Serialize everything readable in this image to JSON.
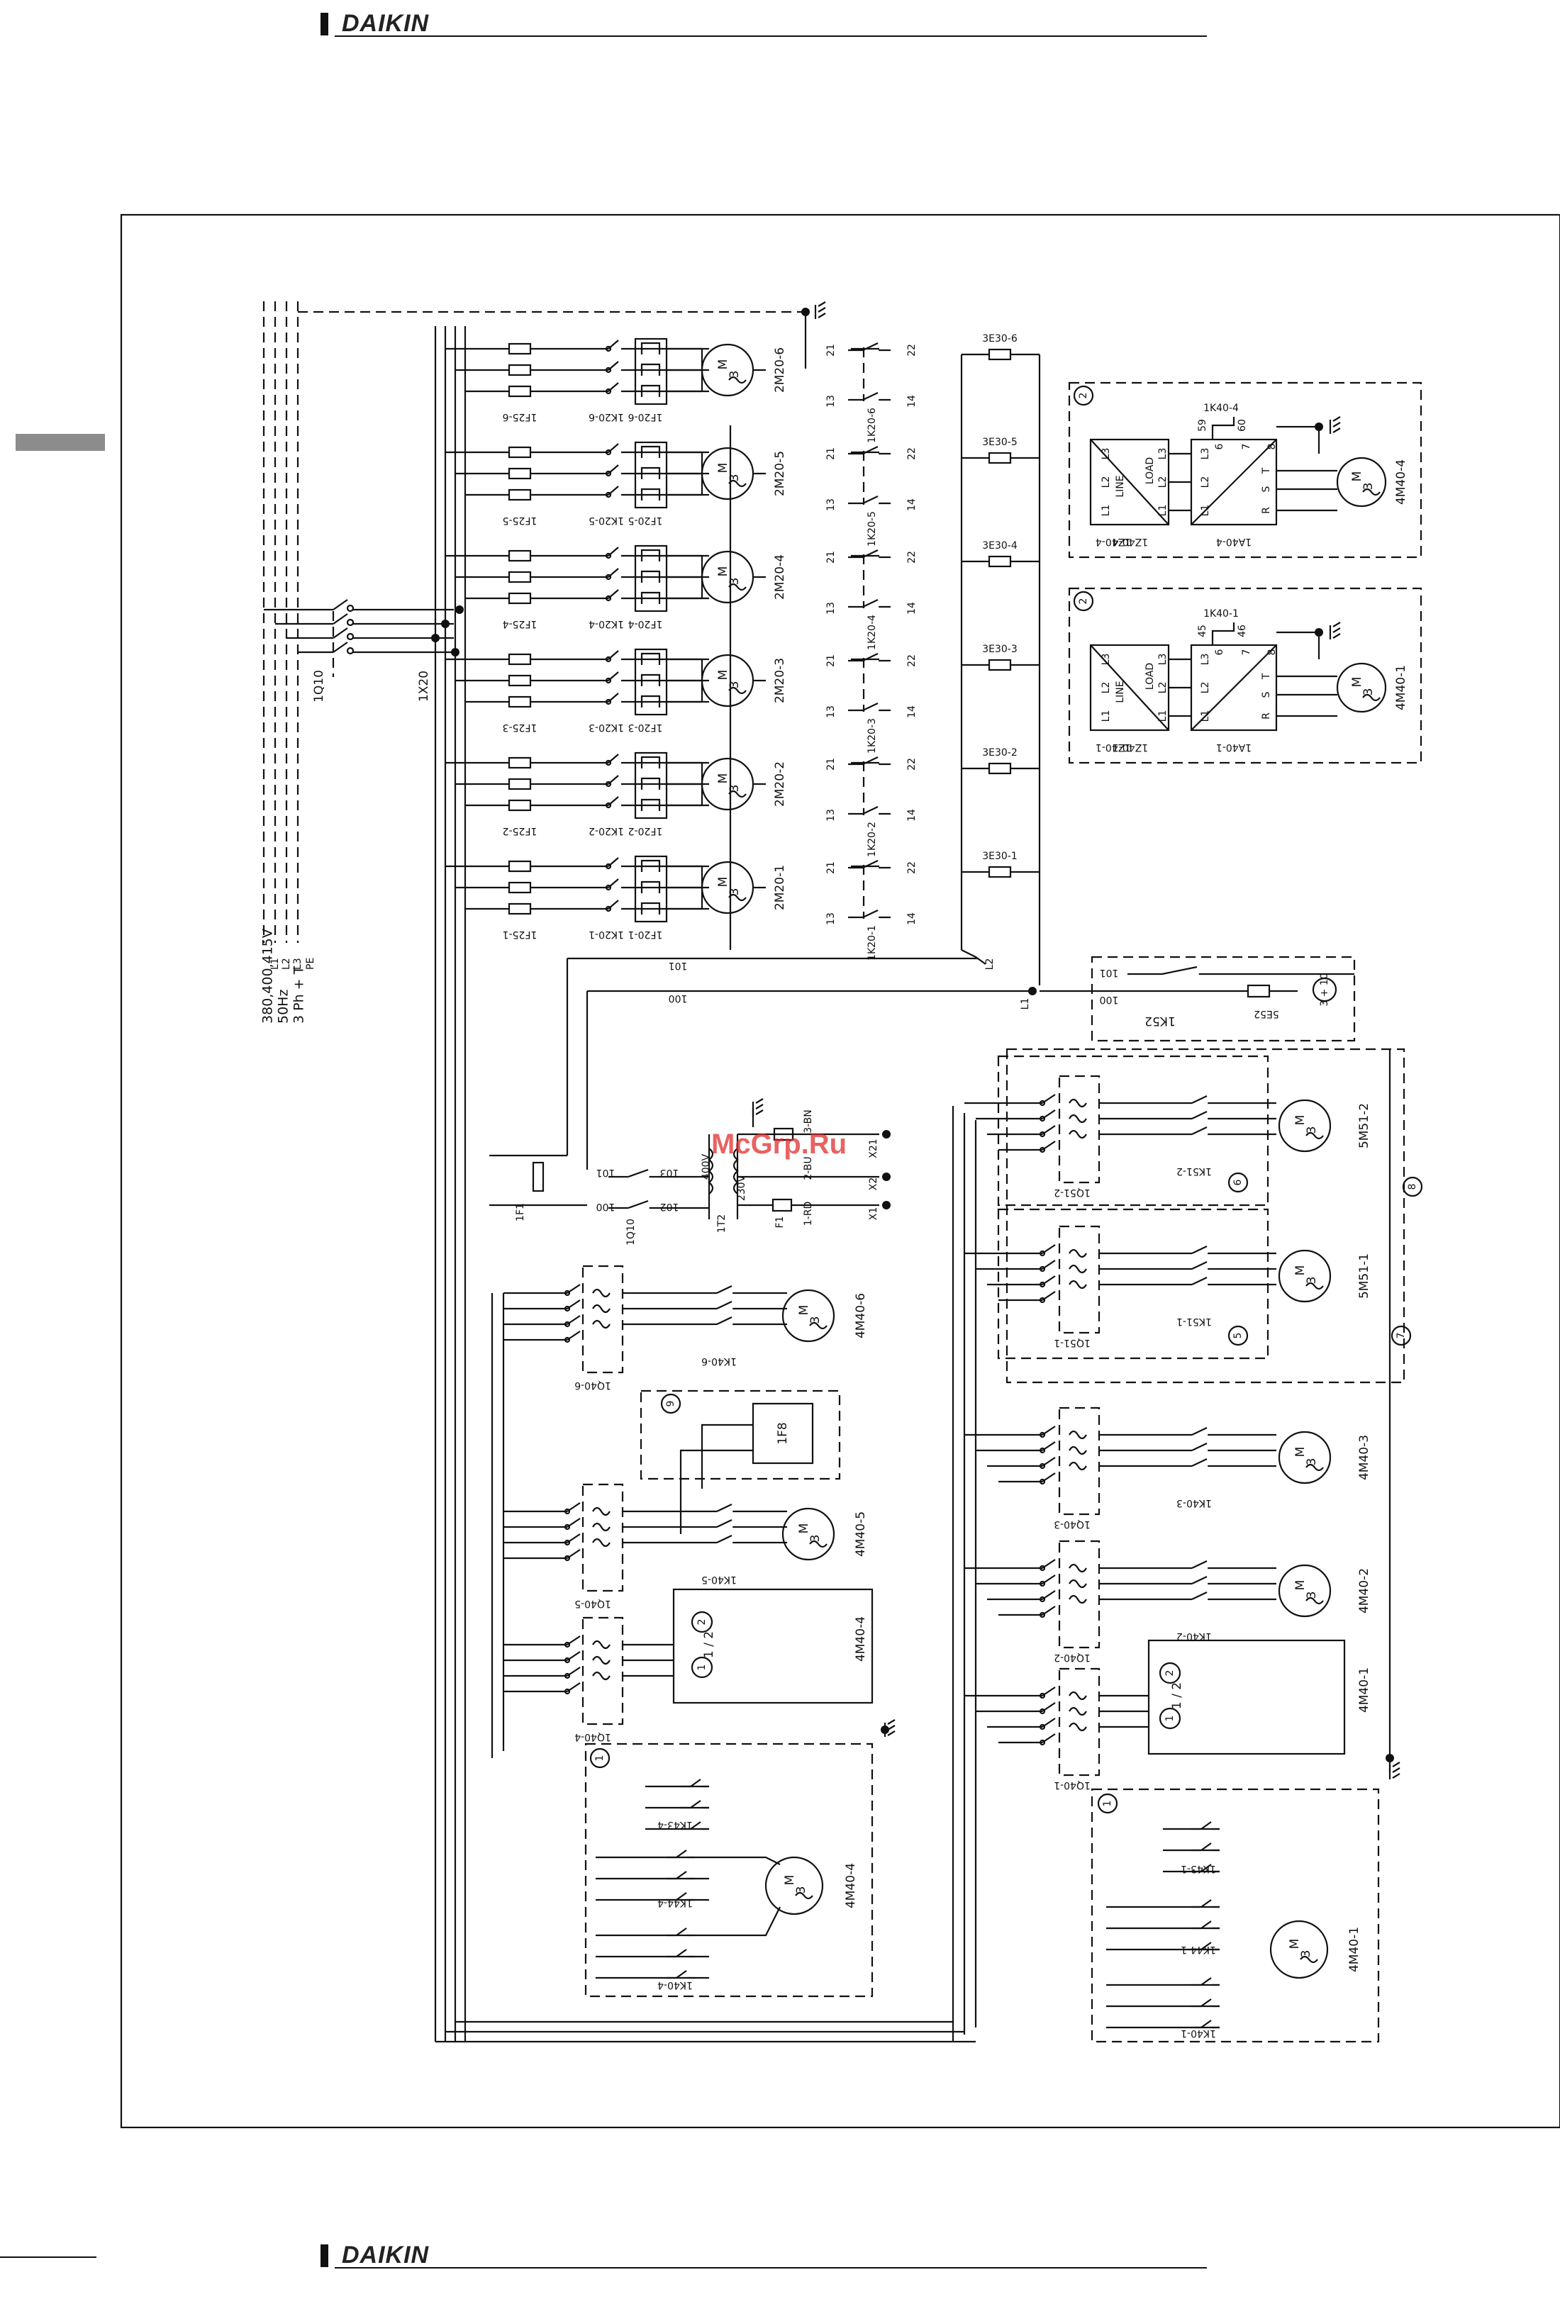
{
  "header": {
    "brand": "DAIKIN"
  },
  "footer": {
    "brand": "DAIKIN"
  },
  "watermark": "McGrp.Ru",
  "supply": {
    "voltage": "380,400,415V",
    "frequency": "50Hz",
    "phase": "3 Ph + T",
    "lines": [
      "L1",
      "L2",
      "L3",
      "PE"
    ]
  },
  "labels": {
    "main_switch": "1Q10",
    "terminal_strip": "1X20",
    "fuse_aux": "1F1",
    "switch_aux": "1Q10",
    "transformer": "1T2",
    "fuse_f1": "F1",
    "tr_400": "400V",
    "tr_230": "230V",
    "x21": "X21",
    "x2": "X2",
    "x1": "X1",
    "bl": "2-BU",
    "rd": "1-RD",
    "bn": "3-BN",
    "w100": "100",
    "w101": "101",
    "w102": "102",
    "w103": "103",
    "l1": "L1",
    "l2": "L2",
    "relay_1k52": "1K52",
    "relay_5e52": "5E52",
    "circle_3_10": "3 + 10",
    "fan_1f8": "1F8",
    "circle_9": "9",
    "circle_1": "1",
    "circle_2": "2",
    "circle_5": "5",
    "circle_6": "6",
    "circle_7": "7",
    "circle_8": "8",
    "slash_12": "1 / 2"
  },
  "compressors": [
    {
      "motor": "2M20-6",
      "fuse": "1F25-6",
      "overload": "1F20-6",
      "contactor": "1K20-6",
      "aux": "1K20-6"
    },
    {
      "motor": "2M20-5",
      "fuse": "1F25-5",
      "overload": "1F20-5",
      "contactor": "1K20-5",
      "aux": "1K20-5"
    },
    {
      "motor": "2M20-4",
      "fuse": "1F25-4",
      "overload": "1F20-4",
      "contactor": "1K20-4",
      "aux": "1K20-4"
    },
    {
      "motor": "2M20-3",
      "fuse": "1F25-3",
      "overload": "1F20-3",
      "contactor": "1K20-3",
      "aux": "1K20-3"
    },
    {
      "motor": "2M20-2",
      "fuse": "1F25-2",
      "overload": "1F20-2",
      "contactor": "1K20-2",
      "aux": "1K20-2"
    },
    {
      "motor": "2M20-1",
      "fuse": "1F25-1",
      "overload": "1F20-1",
      "contactor": "1K20-1",
      "aux": "1K20-1"
    }
  ],
  "contact_numbers": {
    "a": "21",
    "b": "22",
    "c": "13",
    "d": "14"
  },
  "heaters": [
    "3E30-6",
    "3E30-5",
    "3E30-4",
    "3E30-3",
    "3E30-2",
    "3E30-1"
  ],
  "inverters": [
    {
      "drive": "1A40-4",
      "filter": "1Z40-4",
      "motor": "4M40-4",
      "relay": "1K40-4",
      "t1": "59",
      "t2": "60"
    },
    {
      "drive": "1A40-1",
      "filter": "1Z40-1",
      "motor": "4M40-1",
      "relay": "1K40-1",
      "t1": "45",
      "t2": "46"
    }
  ],
  "inverter_terms": {
    "l1": "L1",
    "l2": "L2",
    "l3": "L3",
    "line": "LINE",
    "load": "LOAD",
    "r": "R",
    "s": "S",
    "t": "T",
    "six": "6",
    "seven": "7",
    "eight": "8"
  },
  "left_fans": [
    {
      "motor": "4M40-6",
      "breaker": "1Q40-6",
      "contactor": "1K40-6"
    },
    {
      "motor": "4M40-5",
      "breaker": "1Q40-5",
      "contactor": "1K40-5"
    },
    {
      "motor": "4M40-4",
      "breaker": "1Q40-4",
      "contactor": ""
    }
  ],
  "right_fans": [
    {
      "motor": "5M51-2",
      "breaker": "1Q51-2",
      "contactor": "1K51-2"
    },
    {
      "motor": "5M51-1",
      "breaker": "1Q51-1",
      "contactor": "1K51-1"
    },
    {
      "motor": "4M40-3",
      "breaker": "1Q40-3",
      "contactor": "1K40-3"
    },
    {
      "motor": "4M40-2",
      "breaker": "1Q40-2",
      "contactor": "1K40-2"
    },
    {
      "motor": "4M40-1",
      "breaker": "1Q40-1",
      "contactor": ""
    }
  ],
  "star_delta_left": {
    "motor": "4M40-4",
    "k1": "1K43-4",
    "k2": "1K44-4",
    "k3": "1K40-4"
  },
  "star_delta_right": {
    "motor": "4M40-1",
    "k1": "1K43-1",
    "k2": "1K44-1",
    "k3": "1K40-1"
  },
  "motor_symbol": {
    "m": "M",
    "three": "3"
  }
}
